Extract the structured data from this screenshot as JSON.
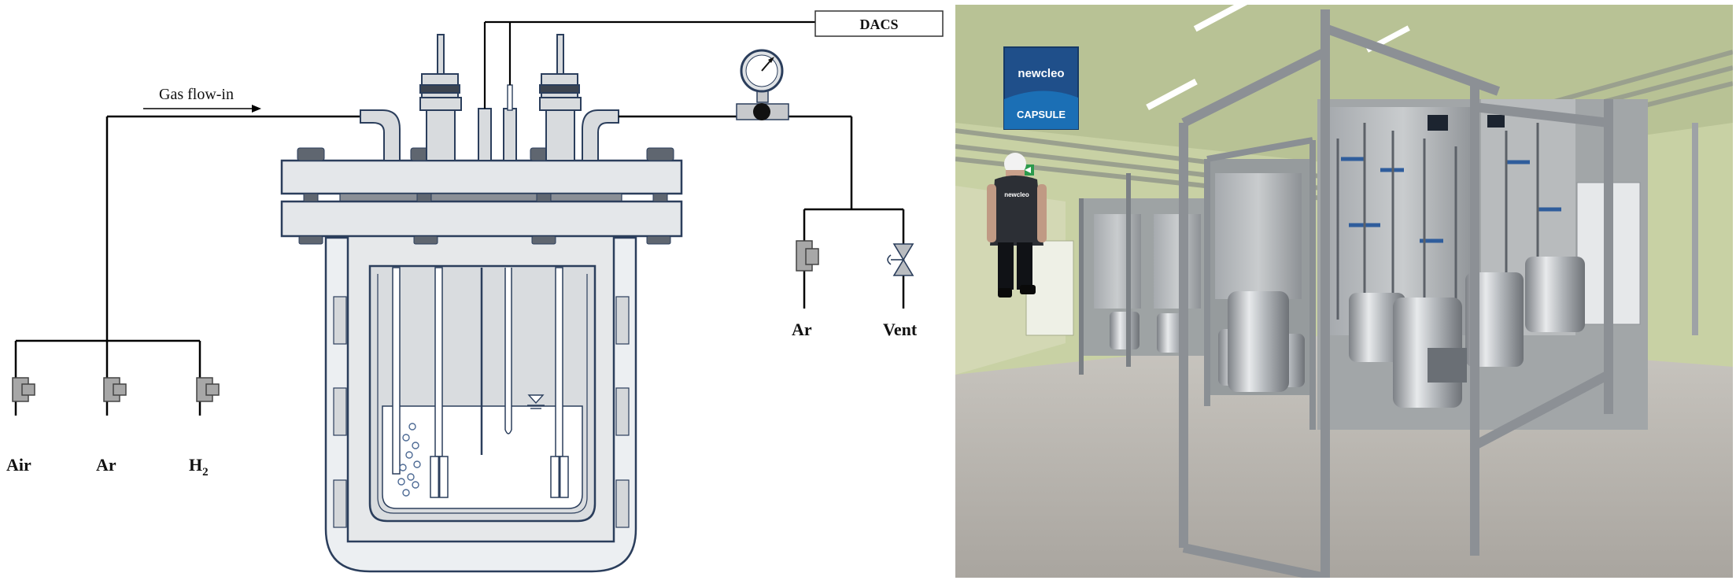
{
  "diagram": {
    "dacs_label": "DACS",
    "gas_flow_label": "Gas flow-in",
    "inlet_gases": [
      "Air",
      "Ar",
      "H"
    ],
    "h2_subscript": "2",
    "outlet_labels": {
      "argon": "Ar",
      "vent": "Vent"
    }
  },
  "photo": {
    "sign_brand": "newcleo",
    "sign_caption": "CAPSULE",
    "shirt_logo": "newcleo"
  },
  "colors": {
    "vessel_outline": "#2b3e5c",
    "vessel_fill": "#e6e8ea",
    "insulation": "#eceff2",
    "flange": "#e4e7ea",
    "pipe": "#000000",
    "valve_grey": "#a7a7a7",
    "wall_green": "#c8d1a4",
    "floor_grey": "#bdbab4",
    "frame_steel": "#8c9095",
    "sign_blue": "#1f4f8a"
  },
  "icons": [
    "pressure-gauge-icon",
    "needle-valve-icon",
    "check-valve-icon",
    "gas-bubble-icon",
    "liquid-level-icon",
    "exit-sign-icon"
  ]
}
